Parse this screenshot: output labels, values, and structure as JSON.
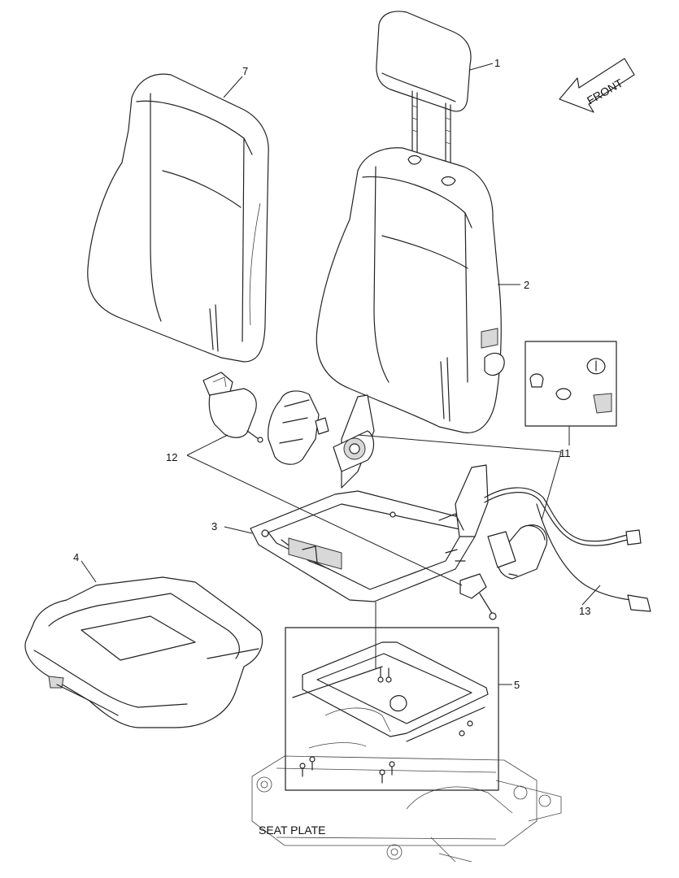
{
  "callouts": {
    "c1": "1",
    "c2": "2",
    "c3": "3",
    "c4": "4",
    "c5": "5",
    "c7": "7",
    "c11": "11",
    "c12": "12",
    "c13": "13"
  },
  "front_label": "FRONT",
  "caption": "SEAT PLATE"
}
